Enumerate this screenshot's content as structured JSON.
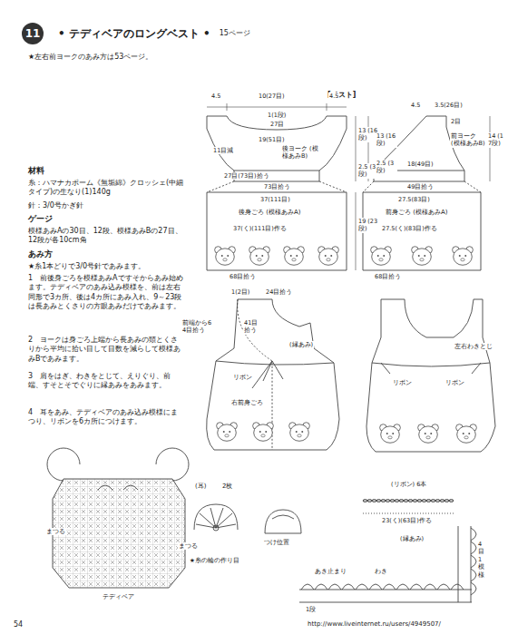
{
  "diagram": {
    "nodes": [
      {
        "text": [
          "• テディベアのロングベスト •",
          "15ページ"
        ]
      },
      {
        "text": [
          "11"
        ],
        "in": 0
      }
    ],
    "labels": [
      "★左右前ヨークのあみ方は53ページ。",
      "材料",
      "糸：ハマナカポーム《無垢綿》クロッシェ(中細タイプ)の生なり(1)140g",
      "針：3/0号かぎ針",
      "ゲージ",
      "模様あみAの30目、12段、模様あみBの27目、12段が各10cm角",
      "あみ方",
      "★糸1本どりで3/0号針であみます。",
      "1　前後身ごろを模様あみAですそからあみ始めます。テディベアのあみ込み模様を、前は左右同形で3カ所、後は4カ所にあみ入れ、9～23段は長あみとくさりの方眼あみだけであみます。",
      "2　ヨークは身ごろ上端から長あみの頭とくさりから平均に拾い目して目数を減らして模様あみBであみます。",
      "3　肩をはぎ、わきをとじて、えりぐり、前端、すそとそでぐりに縁あみをあみます。",
      "4　耳をあみ、テディベアのあみ込み模様にまつり、リボンを6カ所につけます。",
      "[ベスト]",
      "4.5",
      "10(27目)",
      "4.5",
      "1(1段)",
      "27目",
      "19(51目)",
      "11目減",
      "後ヨーク (模様あみB)",
      "13 (16段)",
      "27目(73目)拾う",
      "2.5 (3段)",
      "73目拾う",
      "37(111目)",
      "後身ごろ (模様あみA)",
      "37(く)(111目)作る",
      "19 (23段)",
      "68目拾う",
      "4.5",
      "3.5(26目)",
      "2目",
      "前ヨーク (模様あみB)",
      "13 (16段)",
      "14 (17段)",
      "2.5 (3段)",
      "18(49目)",
      "49目拾う",
      "27.5(83目)",
      "前身ごろ (模様あみA)",
      "27.5(く)(83目)作る",
      "68目拾う",
      "1(2目)",
      "24目拾う",
      "前端から64目拾う",
      "41目拾う",
      "(縁あみ)",
      "リボン",
      "右前身ごろ",
      "リボン",
      "リボン",
      "左右わきとじ",
      "まつる",
      "まつる",
      "テディベア",
      "(耳)",
      "2枚",
      "つけ位置",
      "★糸の輪の作り目",
      "(リボン) 6本",
      "23(く)(63目)作る",
      "(縁あみ)",
      "4目1模様",
      "あき止まり",
      "わき",
      "1段",
      "54",
      "http://www.liveinternet.ru/users/4949507/"
    ]
  }
}
